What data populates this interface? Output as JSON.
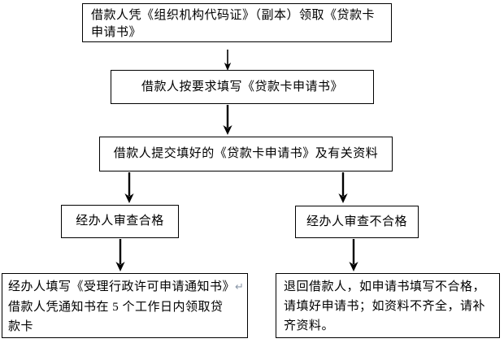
{
  "colors": {
    "background": "#ffffff",
    "box_border": "#000000",
    "text": "#000000",
    "arrow": "#000000",
    "return_mark": "#8a97a8"
  },
  "flowchart": {
    "type": "vertical-flow",
    "steps": {
      "step1": {
        "lines": [
          "借款人凭《组织机构代码证》（副本）领取《贷款卡",
          "申请书》"
        ]
      },
      "step2": {
        "lines": [
          "借款人按要求填写《贷款卡申请书》"
        ]
      },
      "step3": {
        "lines": [
          "借款人提交填好的《贷款卡申请书》及有关资料"
        ]
      },
      "approve": {
        "lines": [
          "经办人审查合格"
        ]
      },
      "reject": {
        "lines": [
          "经办人审查不合格"
        ]
      },
      "approve_result": {
        "lines": [
          "经办人填写《受理行政许可申请通知书》",
          "借款人凭通知书在 5 个工作日内领取贷",
          "款卡"
        ],
        "return_mark": "↵"
      },
      "reject_result": {
        "lines": [
          "退回借款人，如申请书填写不合格，",
          "请填好申请书；如资料不齐全，请补",
          "齐资料。"
        ]
      }
    },
    "connectors": [
      {
        "name": "arrow-step1-to-step2",
        "direction": "down"
      },
      {
        "name": "arrow-step2-to-step3",
        "direction": "down"
      },
      {
        "name": "arrow-step3-to-approve",
        "direction": "down"
      },
      {
        "name": "arrow-step3-to-reject",
        "direction": "down"
      },
      {
        "name": "arrow-approve-to-approve-result",
        "direction": "down"
      },
      {
        "name": "arrow-reject-to-reject-result",
        "direction": "down"
      }
    ]
  }
}
